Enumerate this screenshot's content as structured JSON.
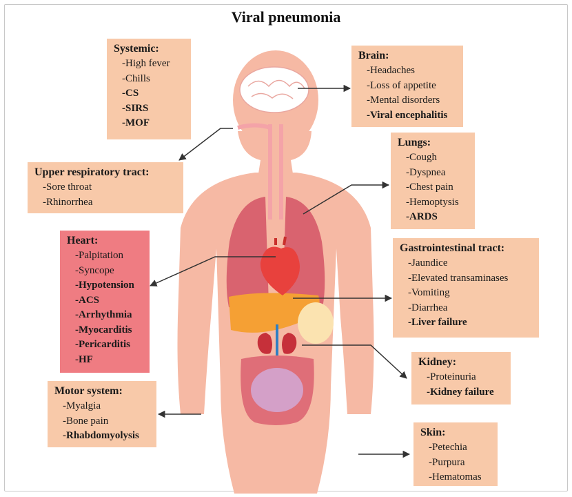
{
  "title": "Viral pneumonia",
  "colors": {
    "box": "#f8c9a9",
    "heart_box": "#ef7c82",
    "body": "#f6b9a4",
    "lungs": "#d9636f",
    "heart": "#e8413d",
    "liver": "#f5a034",
    "intestine": "#df6e78",
    "kidney": "#c6303a",
    "brain": "#ffffff"
  },
  "boxes": {
    "systemic": {
      "heading": "Systemic:",
      "items": [
        {
          "text": "-High fever",
          "bold": false
        },
        {
          "text": "-Chills",
          "bold": false
        },
        {
          "text": "-CS",
          "bold": true
        },
        {
          "text": "-SIRS",
          "bold": true
        },
        {
          "text": "-MOF",
          "bold": true
        }
      ]
    },
    "brain": {
      "heading": "Brain:",
      "items": [
        {
          "text": "-Headaches",
          "bold": false
        },
        {
          "text": "-Loss of appetite",
          "bold": false
        },
        {
          "text": "-Mental disorders",
          "bold": false
        },
        {
          "text": "-Viral encephalitis",
          "bold": true
        }
      ]
    },
    "upper_respiratory": {
      "heading": "Upper respiratory tract:",
      "items": [
        {
          "text": "-Sore throat",
          "bold": false
        },
        {
          "text": "-Rhinorrhea",
          "bold": false
        }
      ]
    },
    "lungs": {
      "heading": "Lungs:",
      "items": [
        {
          "text": "-Cough",
          "bold": false
        },
        {
          "text": "-Dyspnea",
          "bold": false
        },
        {
          "text": "-Chest pain",
          "bold": false
        },
        {
          "text": "-Hemoptysis",
          "bold": false
        },
        {
          "text": "-ARDS",
          "bold": true
        }
      ]
    },
    "heart": {
      "heading": "Heart:",
      "items": [
        {
          "text": "-Palpitation",
          "bold": false
        },
        {
          "text": "-Syncope",
          "bold": false
        },
        {
          "text": "-Hypotension",
          "bold": true
        },
        {
          "text": "-ACS",
          "bold": true
        },
        {
          "text": "-Arrhythmia",
          "bold": true
        },
        {
          "text": "-Myocarditis",
          "bold": true
        },
        {
          "text": "-Pericarditis",
          "bold": true
        },
        {
          "text": "-HF",
          "bold": true
        }
      ]
    },
    "gastrointestinal": {
      "heading": "Gastrointestinal tract:",
      "items": [
        {
          "text": "-Jaundice",
          "bold": false
        },
        {
          "text": "-Elevated transaminases",
          "bold": false
        },
        {
          "text": "-Vomiting",
          "bold": false
        },
        {
          "text": "-Diarrhea",
          "bold": false
        },
        {
          "text": "-Liver failure",
          "bold": true
        }
      ]
    },
    "kidney": {
      "heading": "Kidney:",
      "items": [
        {
          "text": "-Proteinuria",
          "bold": false
        },
        {
          "text": "-Kidney failure",
          "bold": true
        }
      ]
    },
    "motor": {
      "heading": "Motor system:",
      "items": [
        {
          "text": "-Myalgia",
          "bold": false
        },
        {
          "text": "-Bone pain",
          "bold": false
        },
        {
          "text": "-Rhabdomyolysis",
          "bold": true
        }
      ]
    },
    "skin": {
      "heading": "Skin:",
      "items": [
        {
          "text": "-Petechia",
          "bold": false
        },
        {
          "text": "-Purpura",
          "bold": false
        },
        {
          "text": "-Hematomas",
          "bold": false
        }
      ]
    }
  }
}
